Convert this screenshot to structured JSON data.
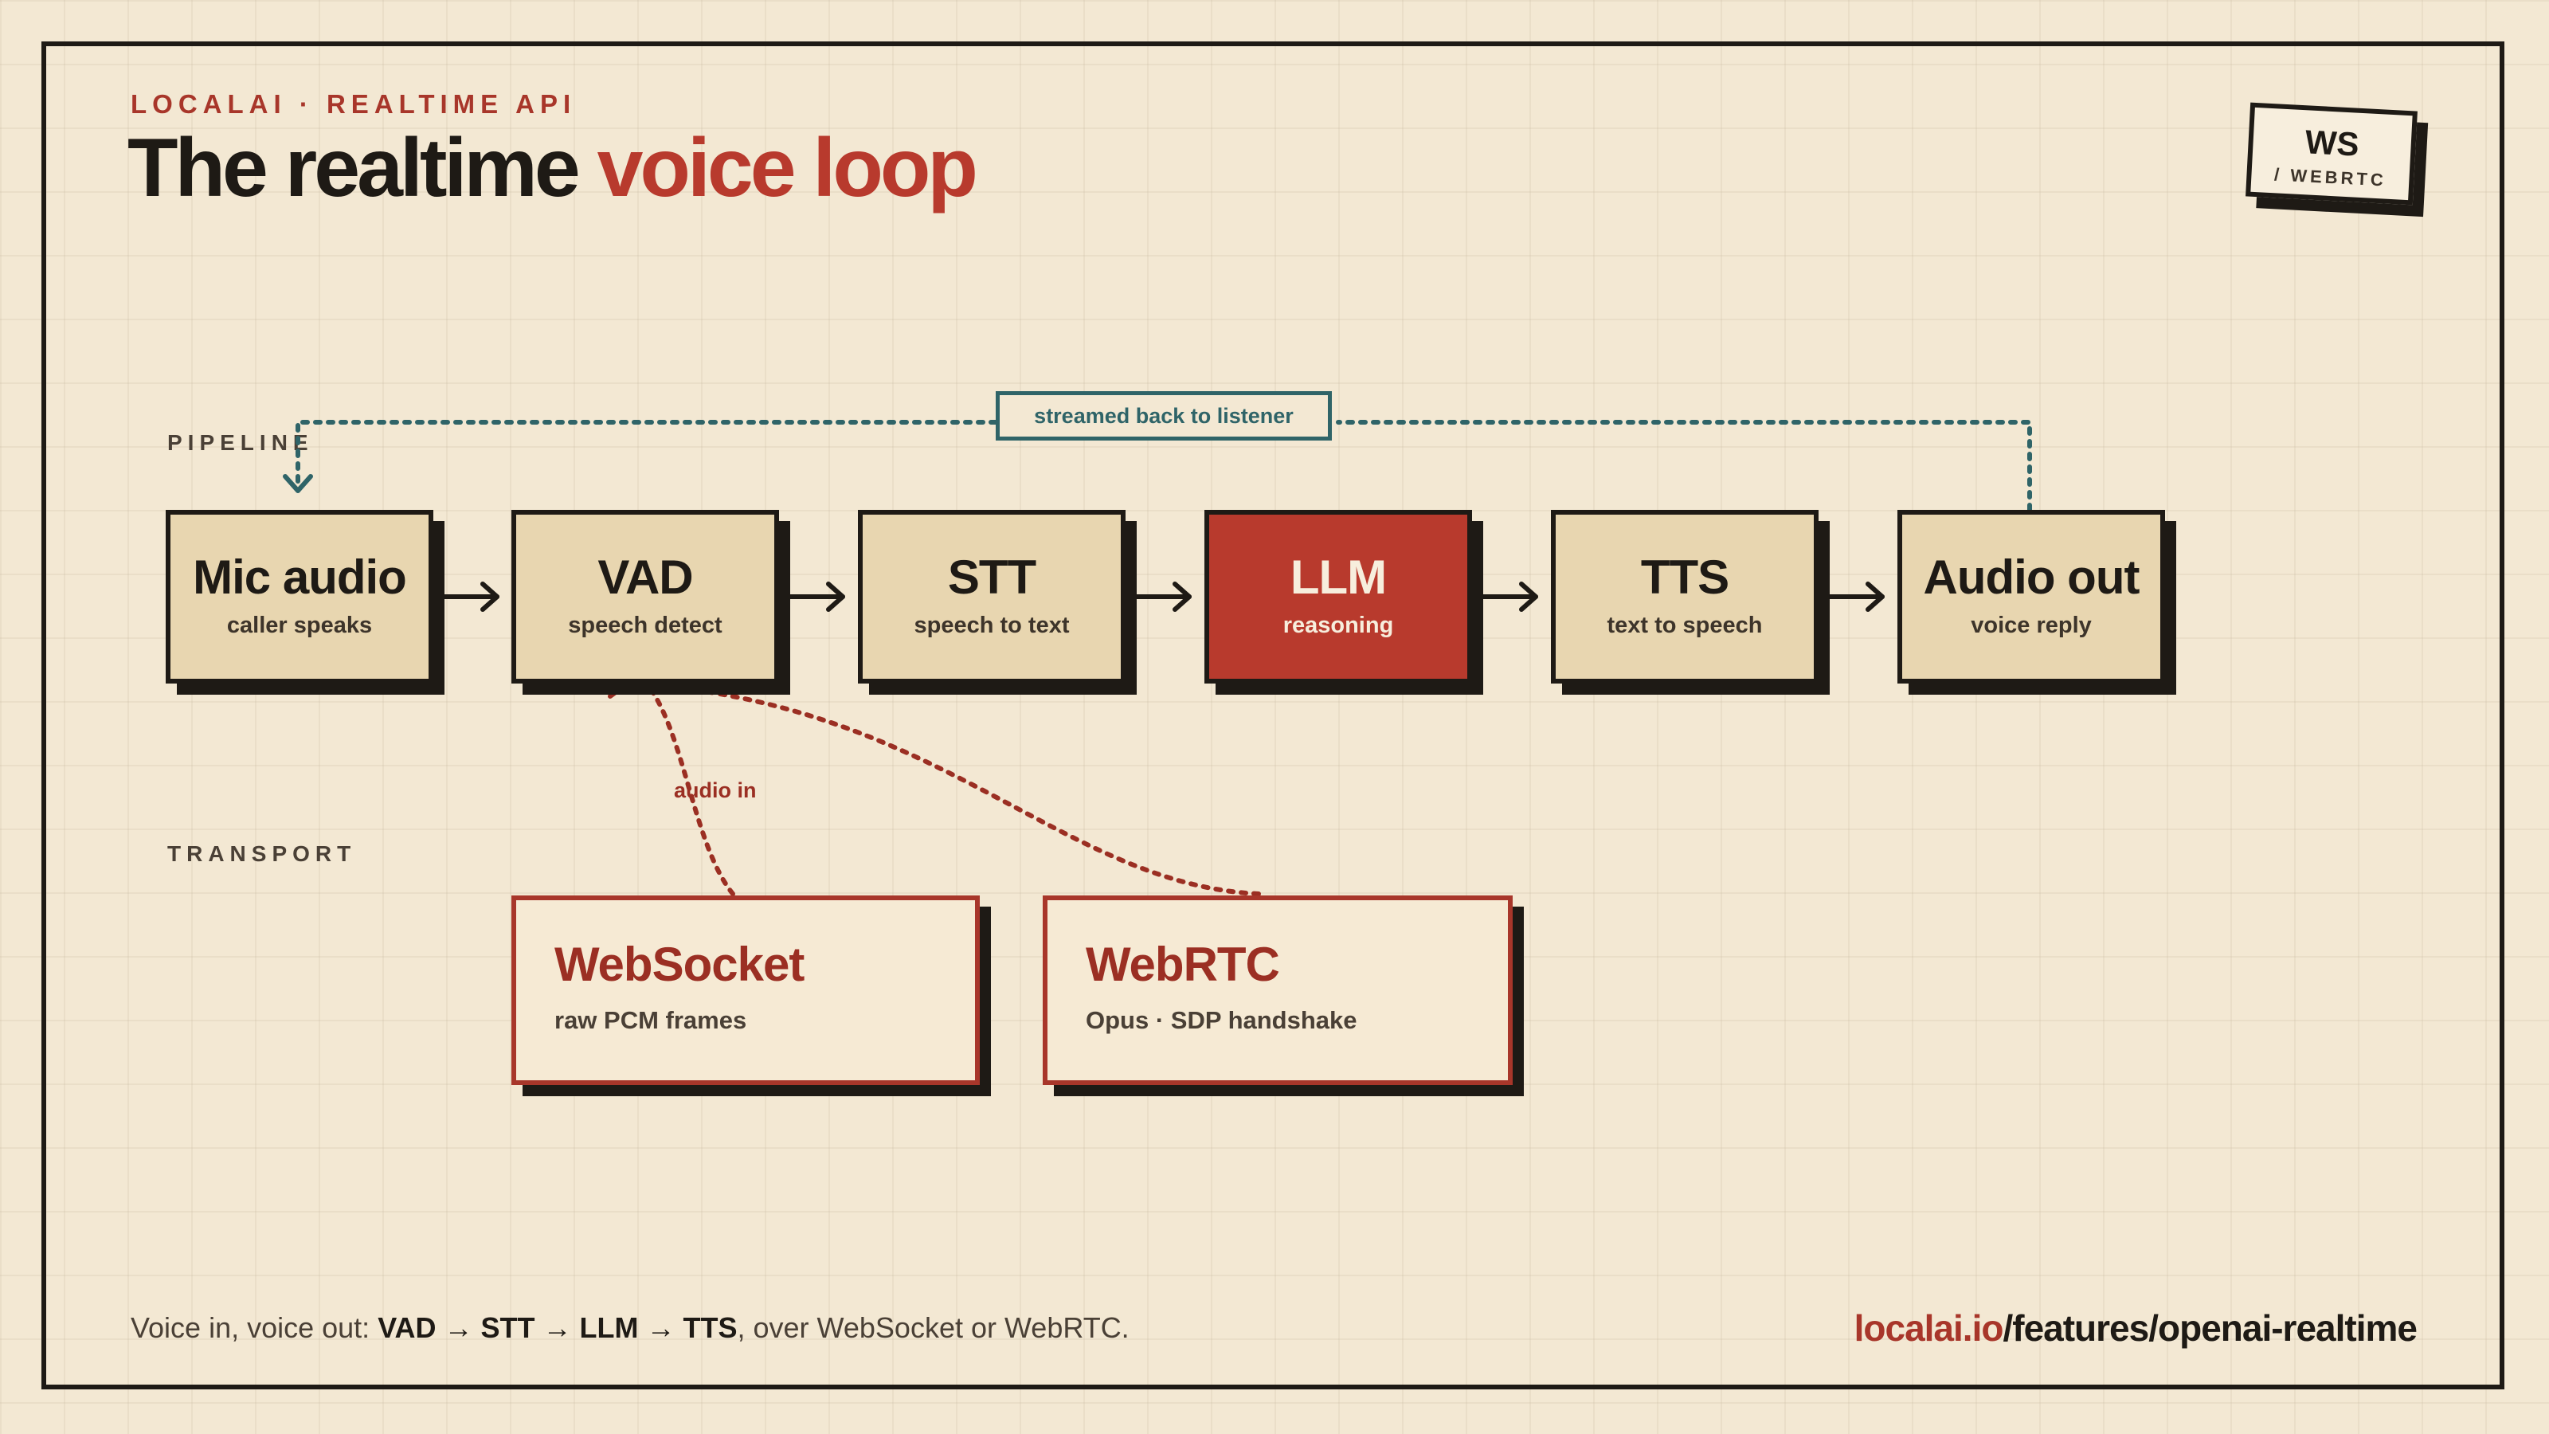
{
  "header": {
    "eyebrow": "LOCALAI · REALTIME API",
    "title_main": "The realtime",
    "title_accent": "voice loop"
  },
  "badge": {
    "main": "WS",
    "sub": "/ WEBRTC"
  },
  "sections": {
    "pipeline": "PIPELINE",
    "transport": "TRANSPORT"
  },
  "pipeline": [
    {
      "name": "Mic audio",
      "sub": "caller speaks"
    },
    {
      "name": "VAD",
      "sub": "speech detect"
    },
    {
      "name": "STT",
      "sub": "speech to text"
    },
    {
      "name": "LLM",
      "sub": "reasoning"
    },
    {
      "name": "TTS",
      "sub": "text to speech"
    },
    {
      "name": "Audio out",
      "sub": "voice reply"
    }
  ],
  "transport": [
    {
      "name": "WebSocket",
      "sub": "raw PCM frames"
    },
    {
      "name": "WebRTC",
      "sub": "Opus · SDP handshake"
    }
  ],
  "edges": {
    "stream_back": "streamed back to listener",
    "audio_in": "audio in"
  },
  "footer": {
    "prefix": "Voice in, voice out: ",
    "steps": "VAD → STT → LLM → TTS",
    "suffix": ", over WebSocket or WebRTC.",
    "url_domain": "localai.io",
    "url_path": "/features/openai-realtime"
  },
  "colors": {
    "accent": "#b83a2d",
    "ink": "#1e1a15",
    "node_fill": "#e8d6b0",
    "return_line": "#2f6468",
    "background": "#f3e8d3"
  }
}
